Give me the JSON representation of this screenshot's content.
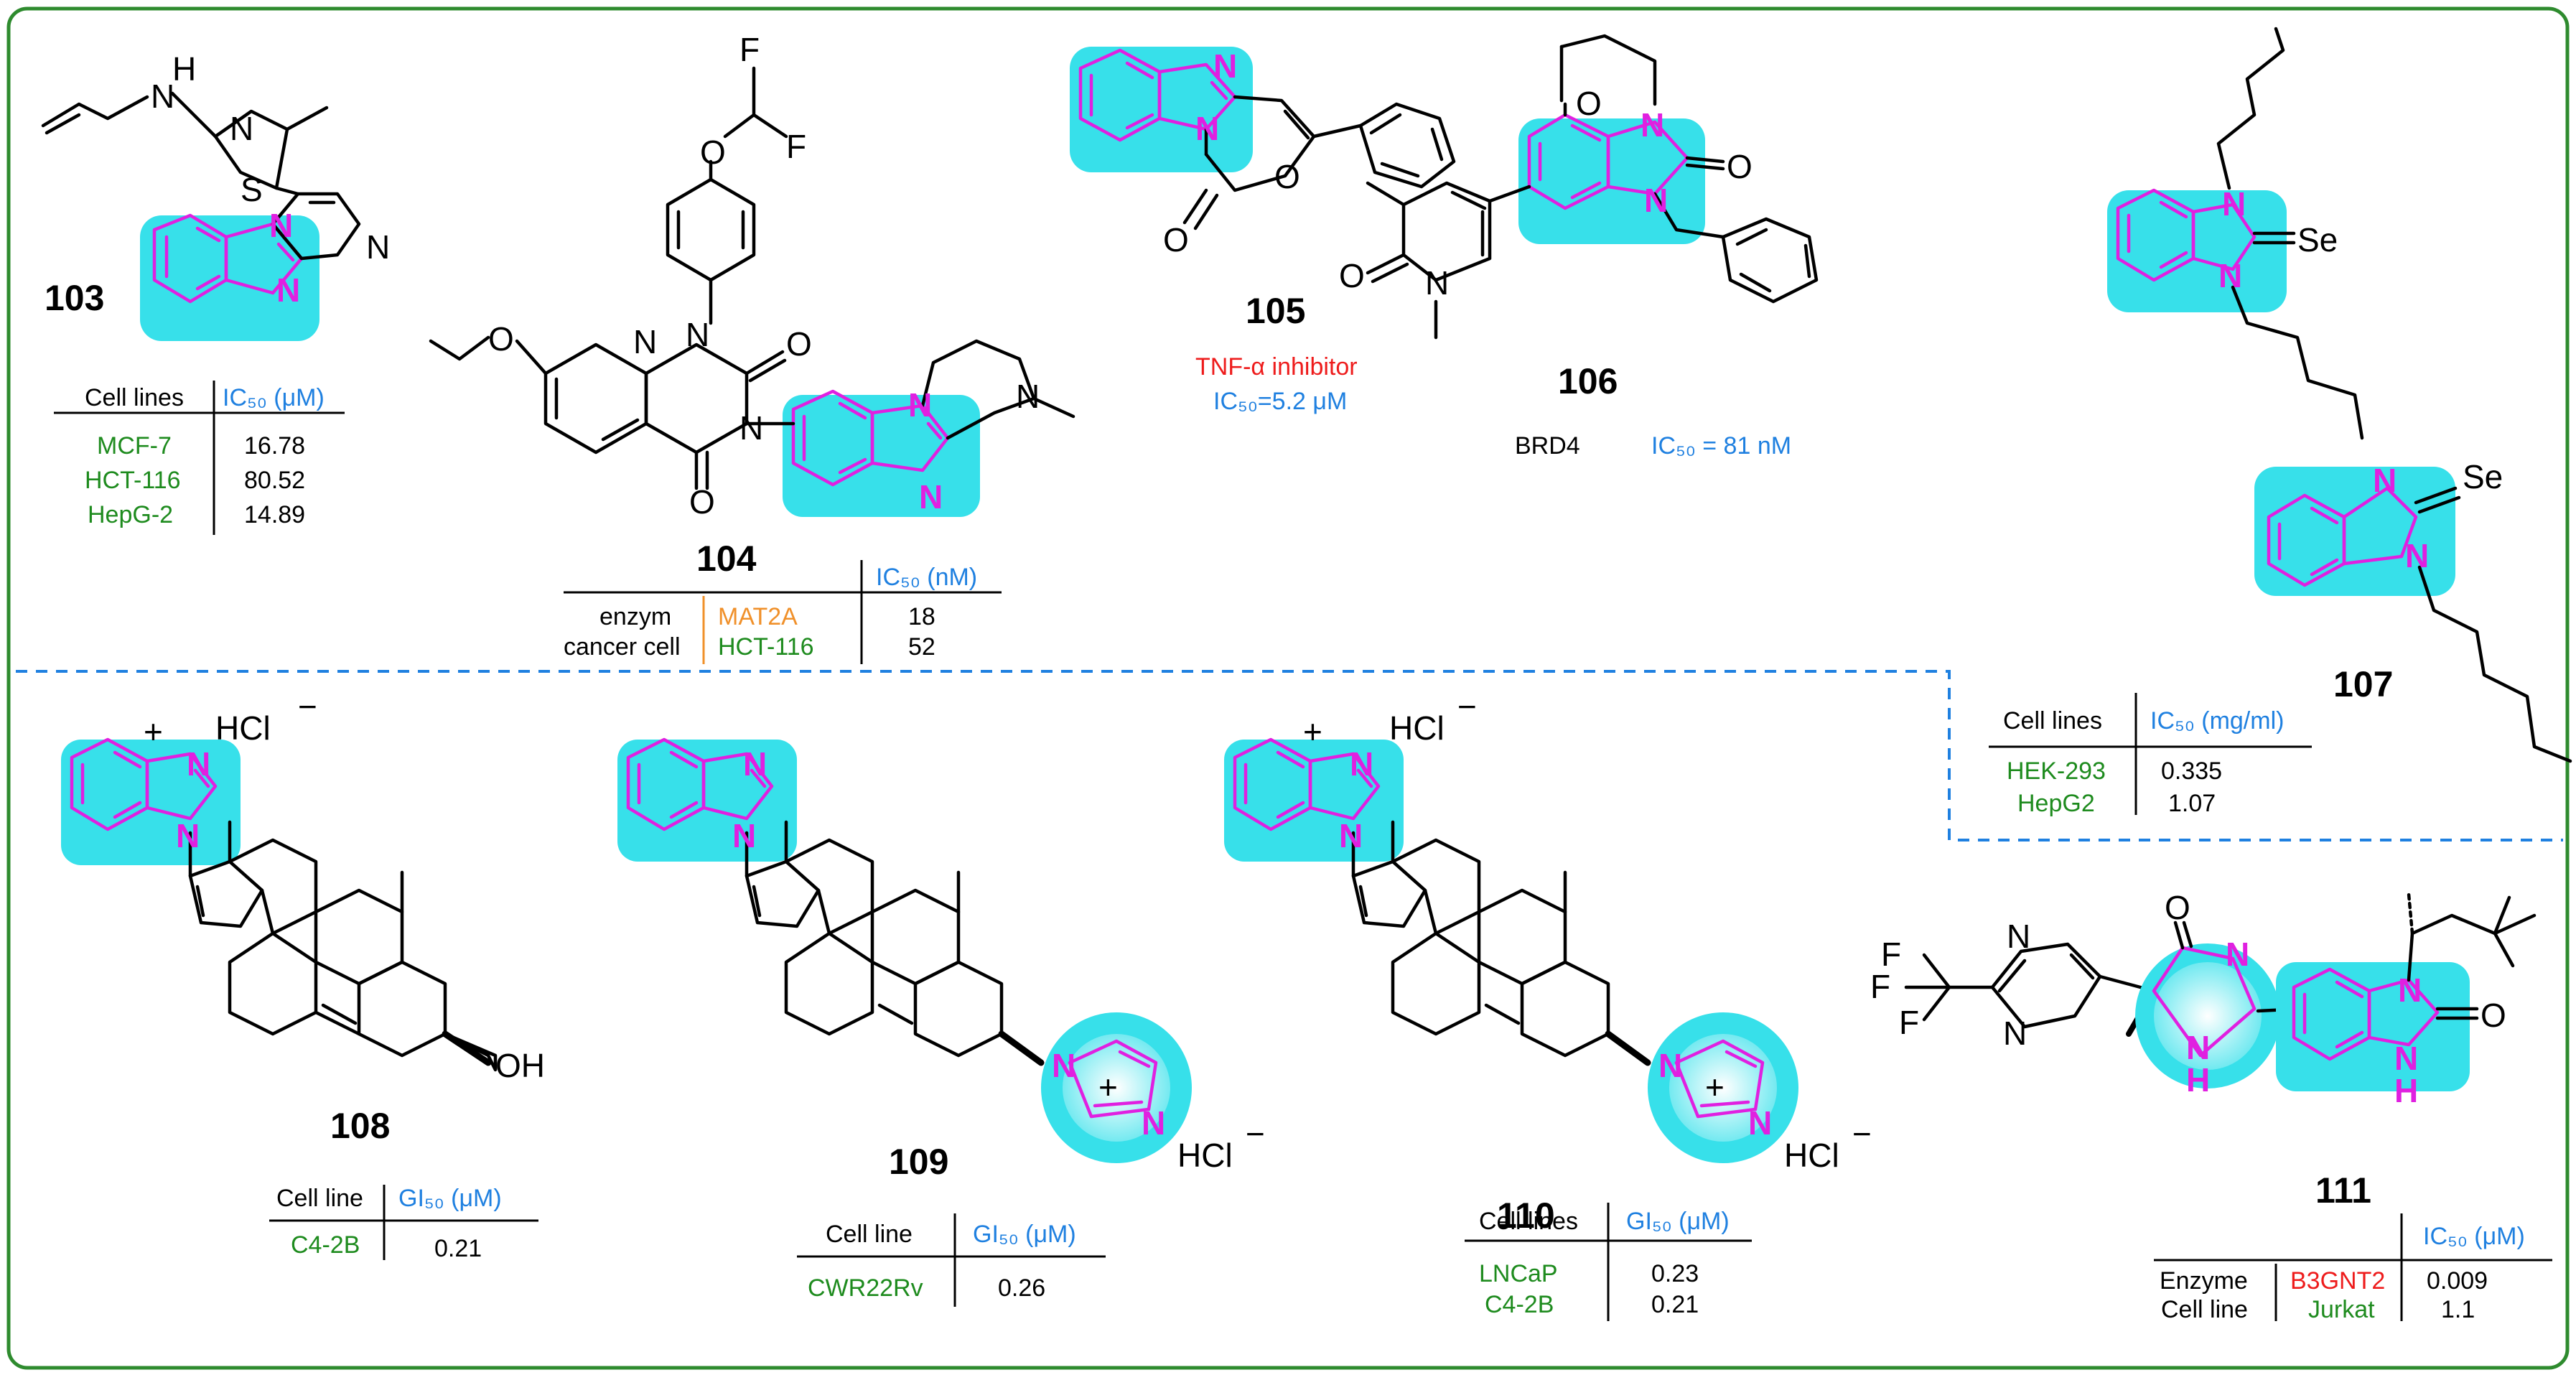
{
  "compounds": {
    "c103": {
      "label": "103",
      "table": {
        "header": [
          "Cell lines",
          "IC₅₀ (μM)"
        ],
        "rows": [
          {
            "cell": "MCF-7",
            "value": "16.78"
          },
          {
            "cell": "HCT-116",
            "value": "80.52"
          },
          {
            "cell": "HepG-2",
            "value": "14.89"
          }
        ]
      }
    },
    "c104": {
      "label": "104",
      "table": {
        "header": [
          "",
          "",
          "IC₅₀ (nM)"
        ],
        "rows": [
          {
            "type": "enzym",
            "target": "MAT2A",
            "value": "18"
          },
          {
            "type": "cancer cell",
            "target": "HCT-116",
            "value": "52"
          }
        ]
      }
    },
    "c105": {
      "label": "105",
      "activity": "TNF-α inhibitor",
      "ic50": "IC₅₀=5.2 μM"
    },
    "c106": {
      "label": "106",
      "target": "BRD4",
      "ic50": "IC₅₀ = 81 nM"
    },
    "c107": {
      "label": "107",
      "table": {
        "header": [
          "Cell lines",
          "IC₅₀ (mg/ml)"
        ],
        "rows": [
          {
            "cell": "HEK-293",
            "value": "0.335"
          },
          {
            "cell": "HepG2",
            "value": "1.07"
          }
        ]
      }
    },
    "c108": {
      "label": "108",
      "table": {
        "header": [
          "Cell line",
          "GI₅₀ (μM)"
        ],
        "rows": [
          {
            "cell": "C4-2B",
            "value": "0.21"
          }
        ]
      }
    },
    "c109": {
      "label": "109",
      "table": {
        "header": [
          "Cell line",
          "GI₅₀ (μM)"
        ],
        "rows": [
          {
            "cell": "CWR22Rv",
            "value": "0.26"
          }
        ]
      }
    },
    "c110": {
      "label": "110",
      "table": {
        "header": [
          "Cell lines",
          "GI₅₀ (μM)"
        ],
        "rows": [
          {
            "cell": "LNCaP",
            "value": "0.23"
          },
          {
            "cell": "C4-2B",
            "value": "0.21"
          }
        ]
      }
    },
    "c111": {
      "label": "111",
      "table": {
        "header": [
          "",
          "",
          "IC₅₀ (μM)"
        ],
        "rows": [
          {
            "type": "Enzyme",
            "target": "B3GNT2",
            "value": "0.009"
          },
          {
            "type": "Cell line",
            "target": "Jurkat",
            "value": "1.1"
          }
        ]
      }
    }
  },
  "atoms": {
    "N": "N",
    "NH": "NH",
    "H": "H",
    "O": "O",
    "F": "F",
    "S": "S",
    "Se": "Se",
    "OH": "OH",
    "HCl": "HCl",
    "plus": "+",
    "minus": "−"
  },
  "colors": {
    "frame": "#2e8b2e",
    "highlight": "#37e0ea",
    "scaffold": "#e020e0",
    "cell_line_text": "#1e8b1e",
    "ic50_text": "#1f80e0",
    "divider": "#1f80e0"
  }
}
